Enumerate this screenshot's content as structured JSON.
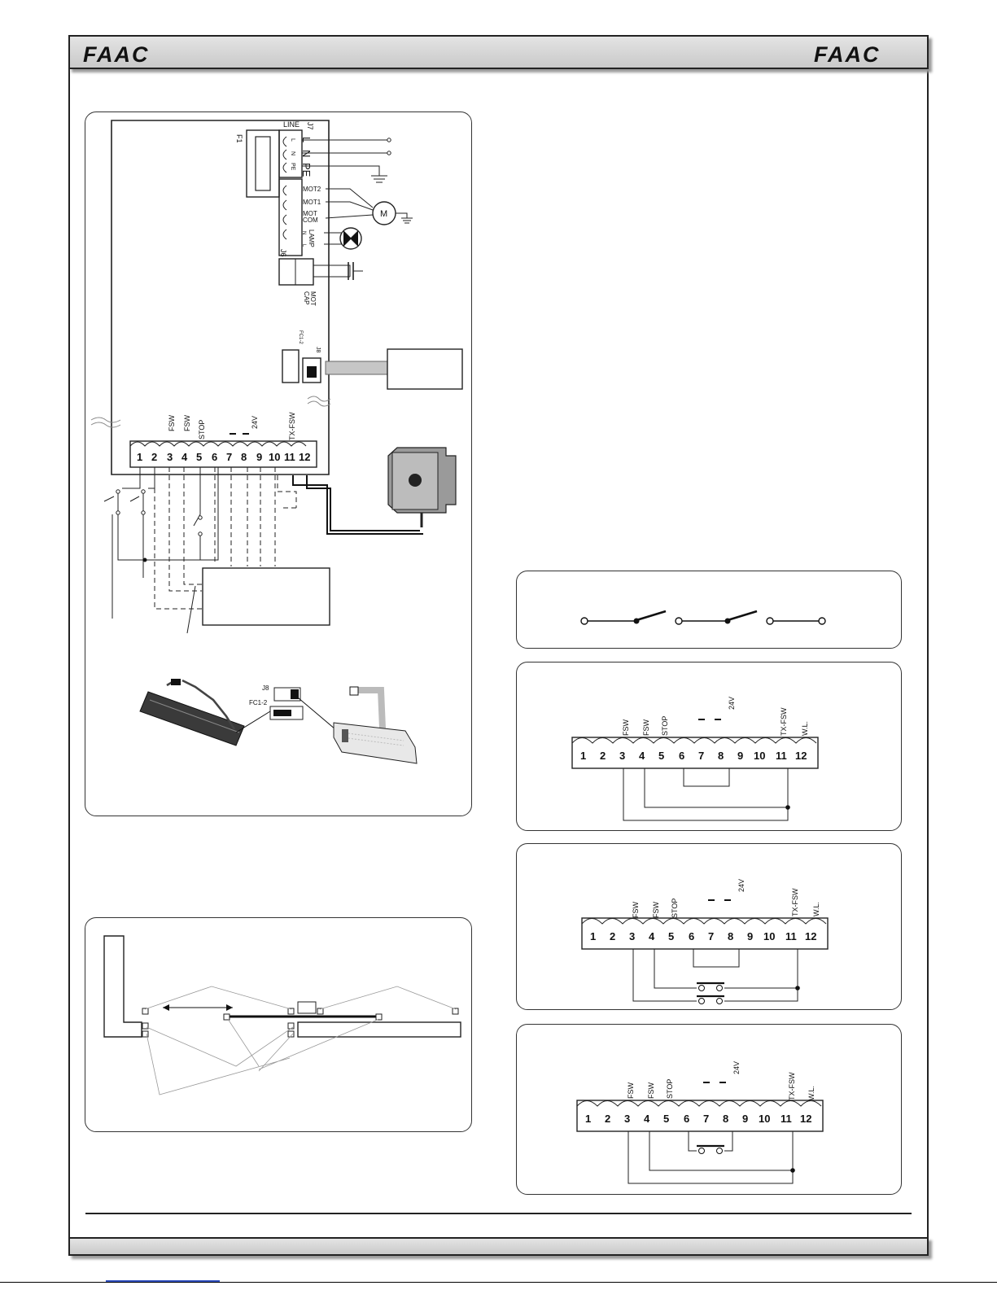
{
  "header": {
    "logo_left": "FAAC",
    "logo_right": "FAAC"
  },
  "board": {
    "line_label": "LINE",
    "j7": "J7",
    "f1": "F1",
    "l_big": "L",
    "n_big": "N",
    "pe_big": "PE",
    "l_small": "L",
    "n_small": "N",
    "pe_small": "PE",
    "mot2": "MOT2",
    "mot1": "MOT1",
    "mot": "MOT",
    "com": "COM",
    "motor": "M",
    "lamp": "LAMP",
    "lamp_n": "N",
    "lamp_l": "L",
    "j6": "J6",
    "mot_cap_1": "MOT",
    "mot_cap_2": "CAP",
    "j8": "J8",
    "fc12": "FC1-2",
    "fsw_a": "FSW",
    "fsw_b": "FSW",
    "stop": "STOP",
    "v24": "24V",
    "txfsw": "TX-FSW",
    "terminals": [
      "1",
      "2",
      "3",
      "4",
      "5",
      "6",
      "7",
      "8",
      "9",
      "10",
      "11",
      "12"
    ]
  },
  "limits": {
    "j8": "J8",
    "fc12": "FC1-2"
  },
  "term": {
    "fsw_a": "FSW",
    "fsw_b": "FSW",
    "stop": "STOP",
    "v24": "24V",
    "txfsw": "TX-FSW",
    "wl": "W.L.",
    "terminals": [
      "1",
      "2",
      "3",
      "4",
      "5",
      "6",
      "7",
      "8",
      "9",
      "10",
      "11",
      "12"
    ]
  }
}
